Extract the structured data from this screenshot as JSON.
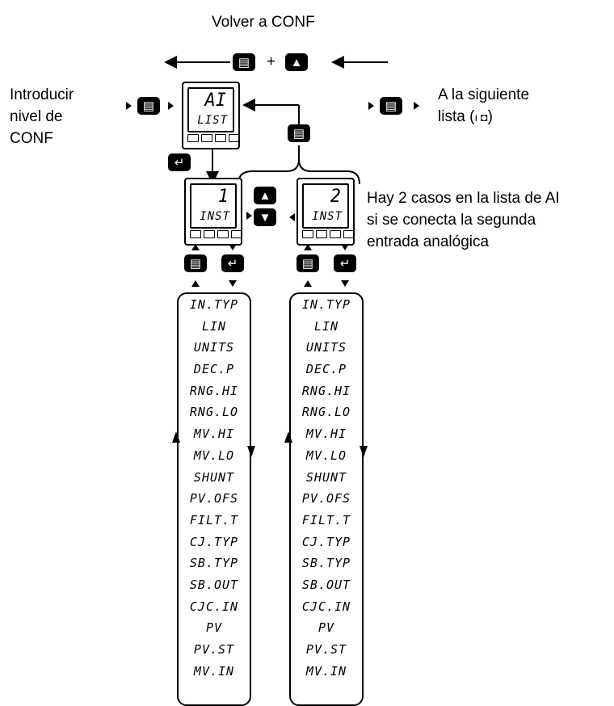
{
  "title": "Volver a CONF",
  "plus": "+",
  "left_label": [
    "Introducir",
    "nivel de",
    "CONF"
  ],
  "right_label": [
    "A la siguiente",
    "lista (",
    ")"
  ],
  "right_label_glyphs": "ı ◘",
  "note": [
    "Hay 2 casos en la lista de AI",
    "si se conecta la segunda",
    "entrada analógica"
  ],
  "device_main": {
    "big": "AI",
    "small": "LIST"
  },
  "device_inst1": {
    "big": "1",
    "small": "INST"
  },
  "device_inst2": {
    "big": "2",
    "small": "INST"
  },
  "icons": {
    "page": "▤",
    "up": "▲",
    "down": "▼",
    "enter": "↵"
  },
  "params": [
    "IN.TYP",
    "LIN",
    "UNITS",
    "DEC.P",
    "RNG.HI",
    "RNG.LO",
    "MV.HI",
    "MV.LO",
    "SHUNT",
    "PV.OFS",
    "FILT.T",
    "CJ.TYP",
    "SB.TYP",
    "SB.OUT",
    "CJC.IN",
    "PV",
    "PV.ST",
    "MV.IN"
  ]
}
